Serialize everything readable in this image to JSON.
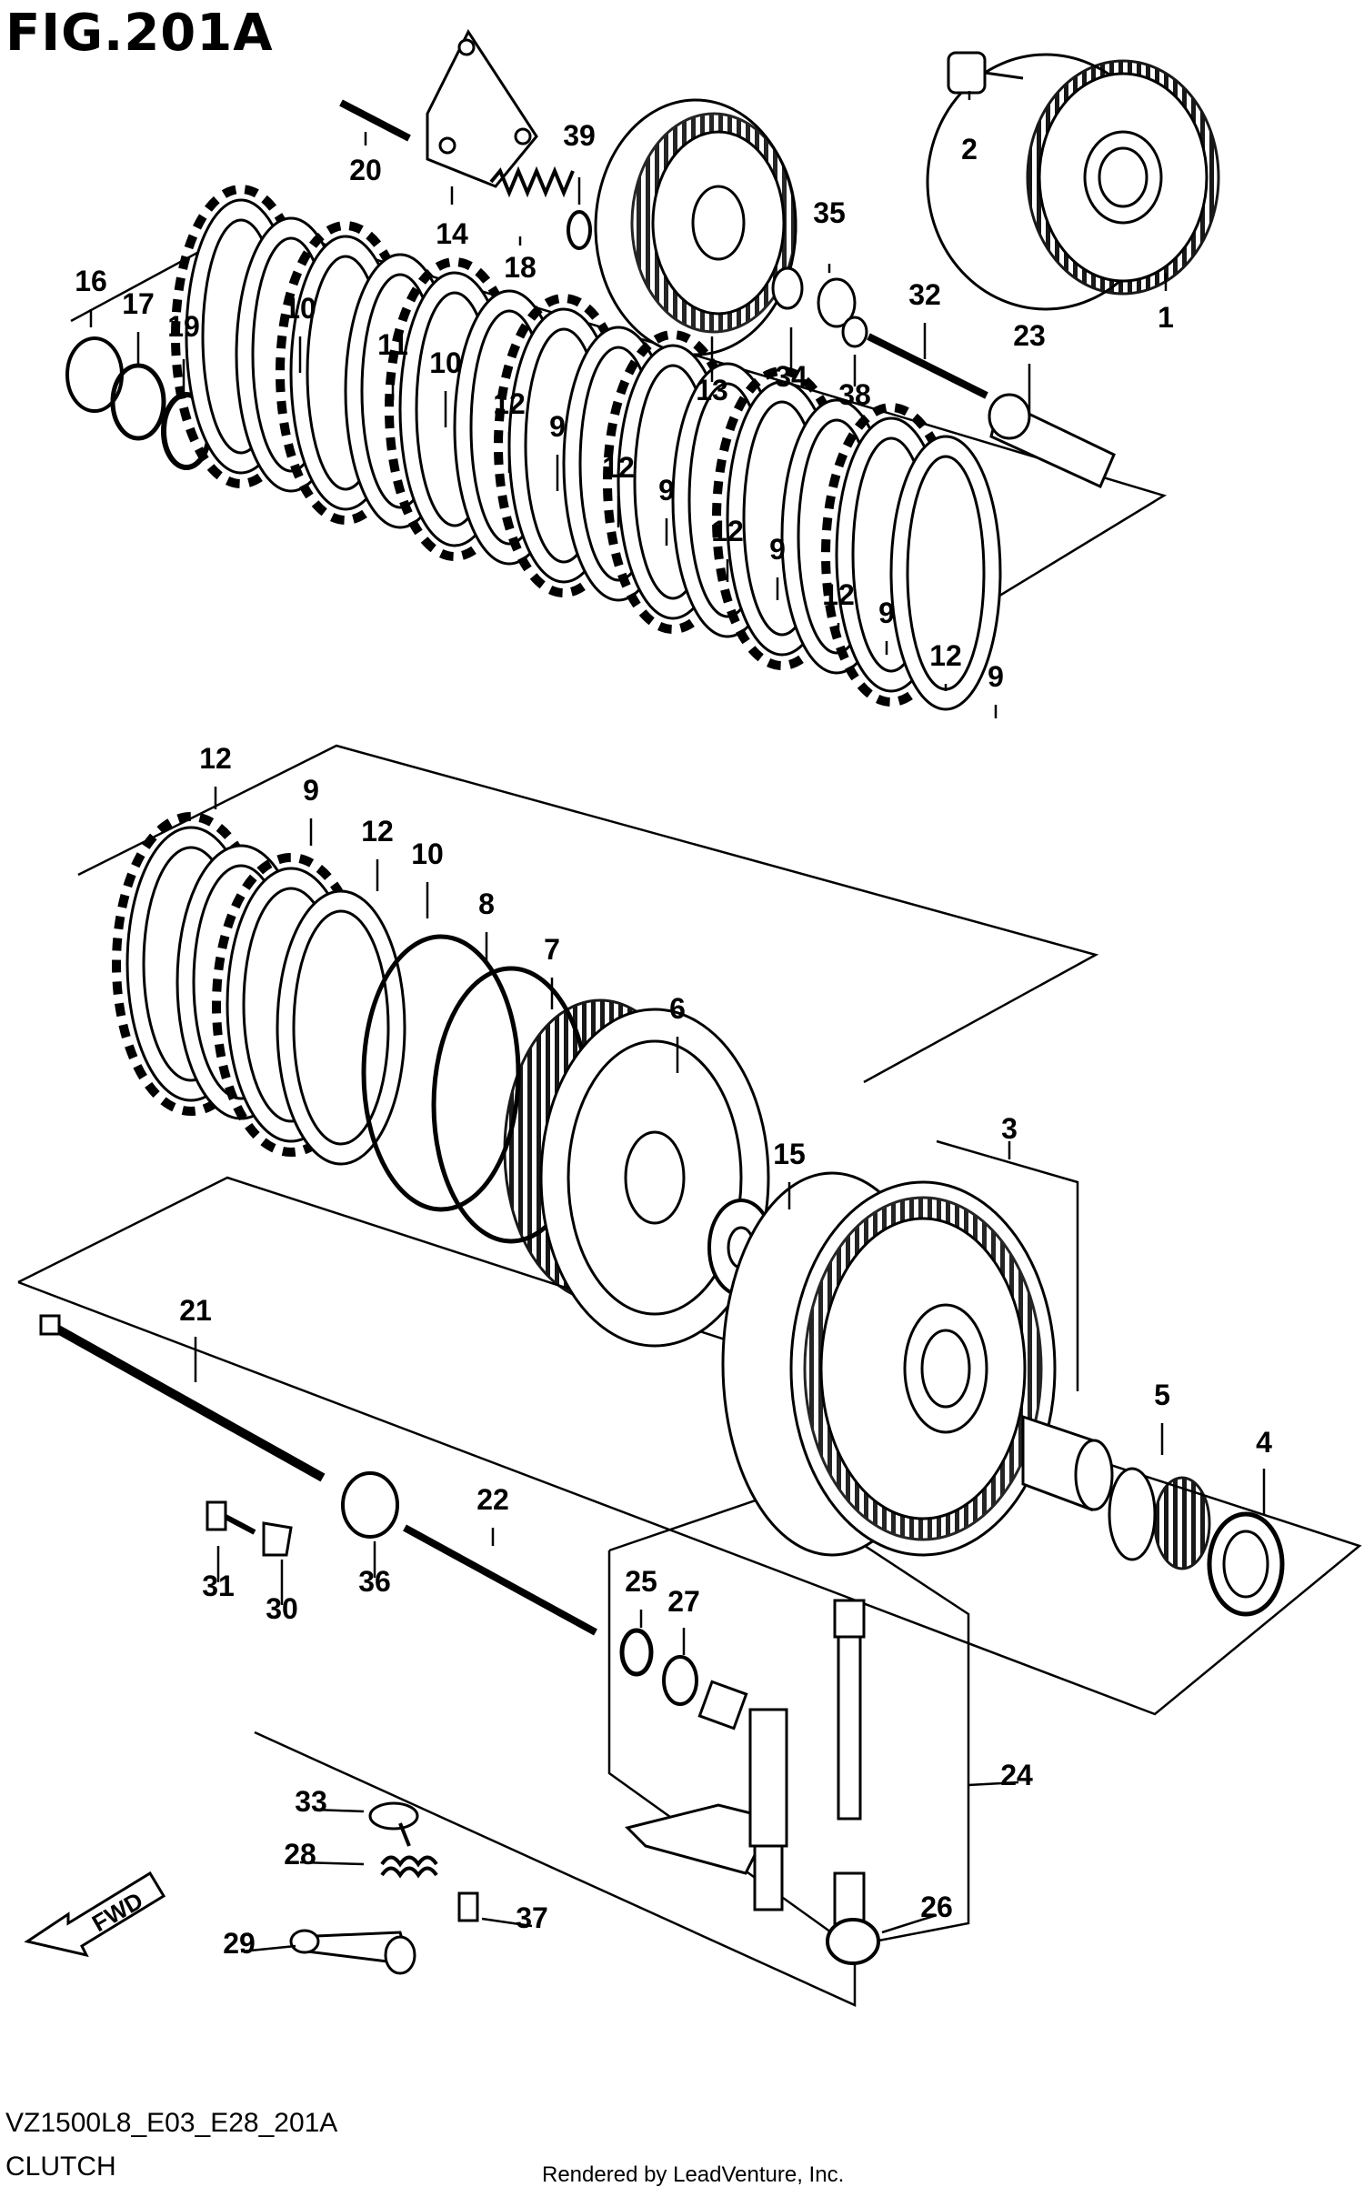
{
  "figure": {
    "title": "FIG.201A"
  },
  "footer": {
    "code": "VZ1500L8_E03_E28_201A",
    "name": "CLUTCH",
    "credit": "Rendered by LeadVenture, Inc."
  },
  "fwd_arrow": {
    "label": "FWD"
  },
  "callouts": [
    {
      "label": "20"
    },
    {
      "label": "14"
    },
    {
      "label": "18"
    },
    {
      "label": "39"
    },
    {
      "label": "2"
    },
    {
      "label": "1"
    },
    {
      "label": "35"
    },
    {
      "label": "32"
    },
    {
      "label": "23"
    },
    {
      "label": "13"
    },
    {
      "label": "34"
    },
    {
      "label": "38"
    },
    {
      "label": "16"
    },
    {
      "label": "17"
    },
    {
      "label": "19"
    },
    {
      "label": "10"
    },
    {
      "label": "11"
    },
    {
      "label": "10"
    },
    {
      "label": "12"
    },
    {
      "label": "9"
    },
    {
      "label": "12"
    },
    {
      "label": "9"
    },
    {
      "label": "12"
    },
    {
      "label": "9"
    },
    {
      "label": "12"
    },
    {
      "label": "9"
    },
    {
      "label": "12"
    },
    {
      "label": "9"
    },
    {
      "label": "12"
    },
    {
      "label": "9"
    },
    {
      "label": "12"
    },
    {
      "label": "10"
    },
    {
      "label": "8"
    },
    {
      "label": "7"
    },
    {
      "label": "6"
    },
    {
      "label": "15"
    },
    {
      "label": "3"
    },
    {
      "label": "21"
    },
    {
      "label": "5"
    },
    {
      "label": "4"
    },
    {
      "label": "22"
    },
    {
      "label": "31"
    },
    {
      "label": "30"
    },
    {
      "label": "36"
    },
    {
      "label": "25"
    },
    {
      "label": "27"
    },
    {
      "label": "24"
    },
    {
      "label": "33"
    },
    {
      "label": "28"
    },
    {
      "label": "37"
    },
    {
      "label": "29"
    },
    {
      "label": "26"
    }
  ]
}
